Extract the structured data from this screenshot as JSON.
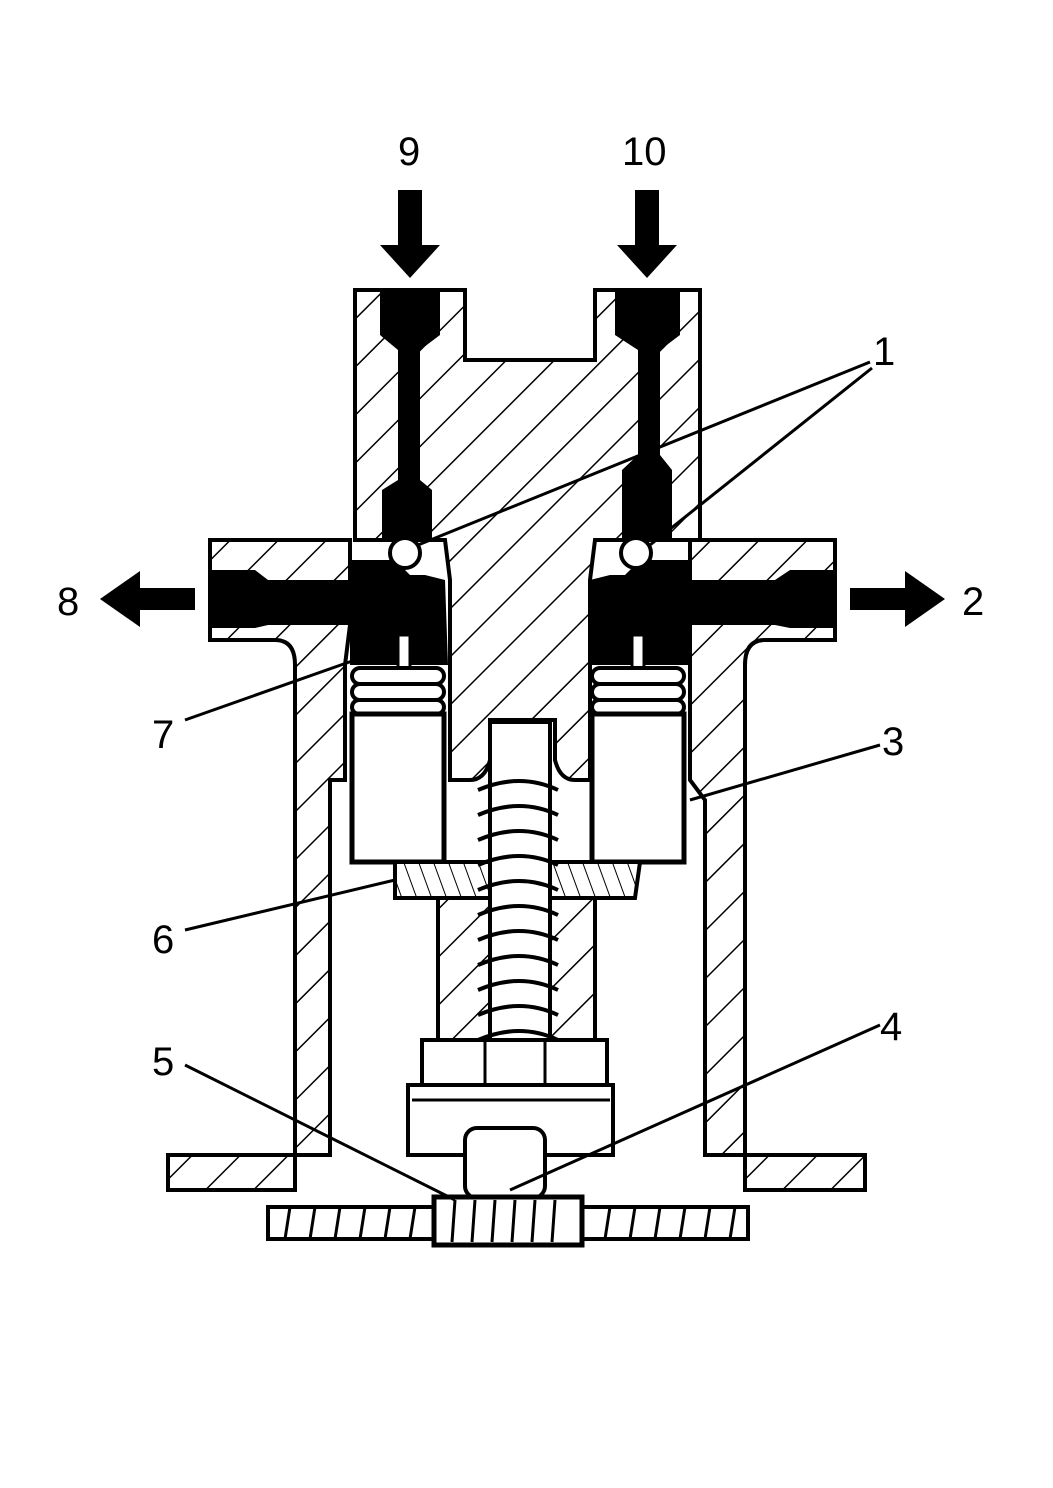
{
  "callouts": {
    "c1": "1",
    "c2": "2",
    "c3": "3",
    "c4": "4",
    "c5": "5",
    "c6": "6",
    "c7": "7",
    "c8": "8",
    "c9": "9",
    "c10": "10"
  },
  "colors": {
    "ink": "#000000",
    "paper": "#ffffff"
  },
  "icons": [
    "arrow-down-icon",
    "arrow-left-icon",
    "arrow-right-icon"
  ]
}
